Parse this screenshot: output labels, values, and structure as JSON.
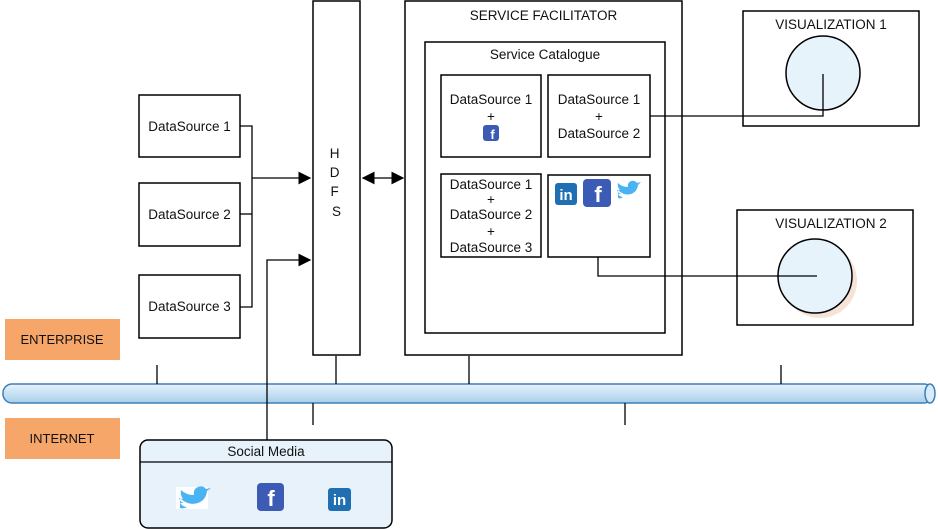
{
  "datasources": {
    "ds1": "DataSource 1",
    "ds2": "DataSource 2",
    "ds3": "DataSource 3"
  },
  "hdfs": {
    "label": "H\nD\nF\nS"
  },
  "service_facilitator": {
    "title": "SERVICE FACILITATOR",
    "catalogue": {
      "title": "Service Catalogue",
      "box1": {
        "line1": "DataSource 1",
        "plus": "+"
      },
      "box2": {
        "line1": "DataSource 1",
        "plus": "+",
        "line2": "DataSource 2"
      },
      "box3": {
        "line1": "DataSource 1",
        "plus1": "+",
        "line2": "DataSource 2",
        "plus2": "+",
        "line3": "DataSource 3"
      }
    }
  },
  "visualizations": {
    "v1": "VISUALIZATION 1",
    "v2": "VISUALIZATION 2"
  },
  "zones": {
    "enterprise": "ENTERPRISE",
    "internet": "INTERNET"
  },
  "social_media": {
    "title": "Social Media"
  },
  "icons": {
    "linkedin": "in",
    "facebook": "f",
    "twitter": "twitter-bird"
  },
  "colors": {
    "zone_label_bg": "#f7a66a",
    "bus_fill": "#cfe6f7",
    "bus_stroke": "#3b7fb6",
    "circle_fill": "#e6f3fb",
    "social_bg": "#e8f2fa",
    "facebook": "#3b5bb4",
    "linkedin": "#1f6fb2",
    "twitter": "#4ab3f4"
  }
}
